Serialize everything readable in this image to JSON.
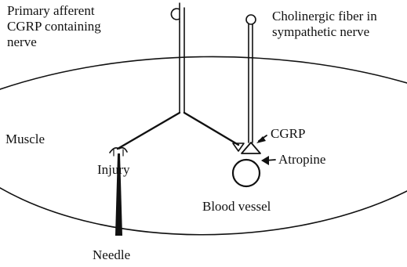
{
  "labels": {
    "afferent_line1": "Primary afferent",
    "afferent_line2": "CGRP containing",
    "afferent_line3": "nerve",
    "cholinergic_line1": "Cholinergic fiber in",
    "cholinergic_line2": "sympathetic nerve",
    "muscle": "Muscle",
    "injury": "Injury",
    "cgrp": "CGRP",
    "atropine": "Atropine",
    "blood_vessel": "Blood vessel",
    "needle": "Needle"
  },
  "colors": {
    "ink": "#111111",
    "background": "#ffffff"
  }
}
